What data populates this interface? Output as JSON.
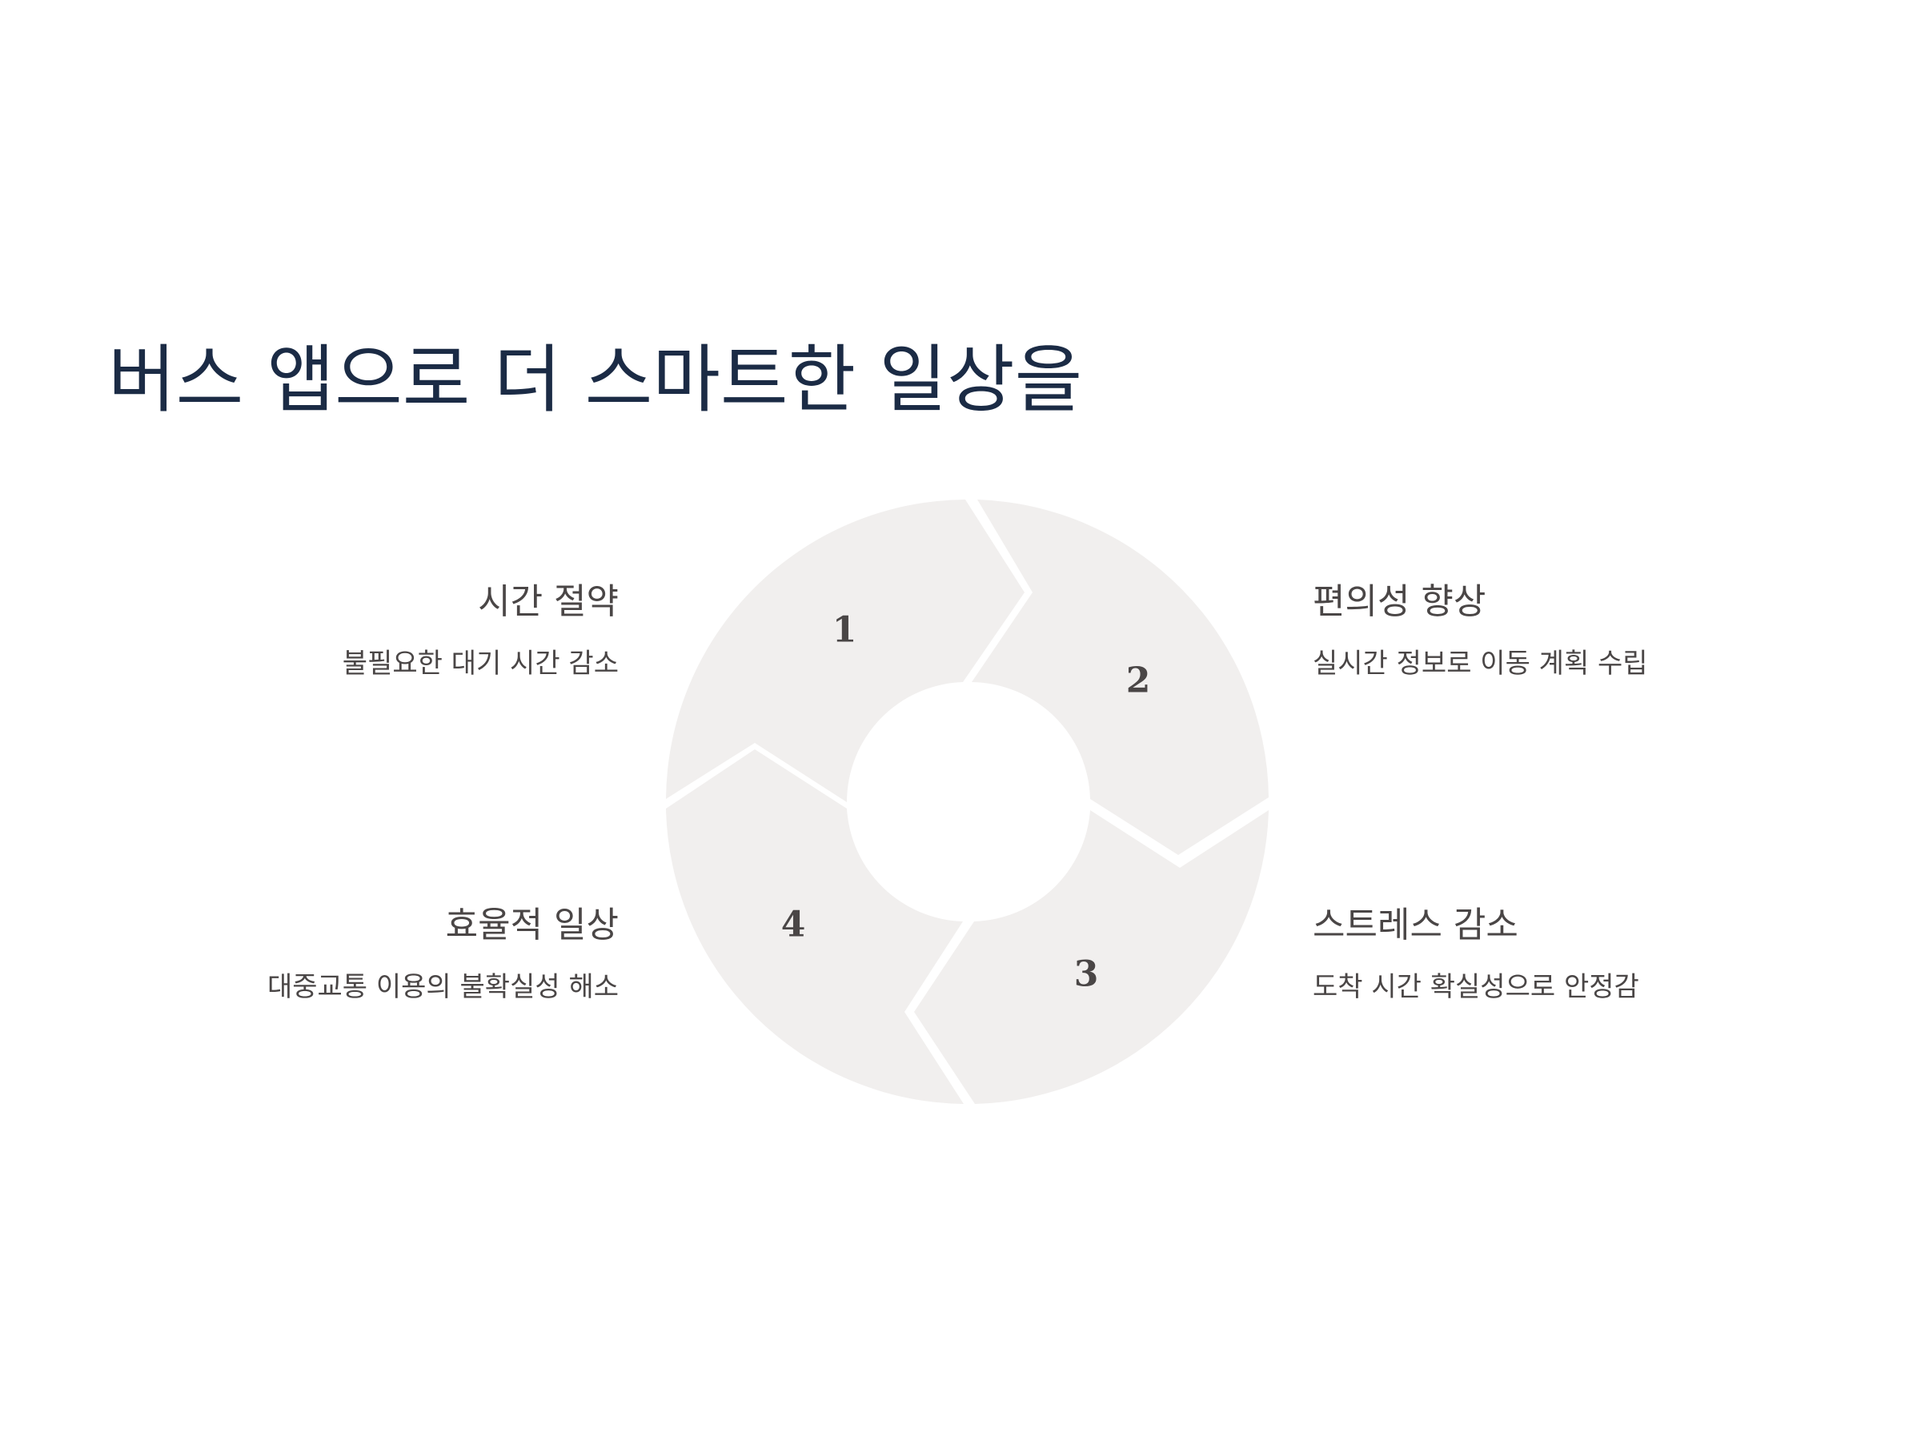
{
  "title": "버스 앱으로 더 스마트한 일상을",
  "segment_color": "#f1efee",
  "title_color": "#1b2b45",
  "text_color": "#4a4646",
  "steps": [
    {
      "number": "1",
      "title": "시간 절약",
      "description": "불필요한 대기 시간 감소"
    },
    {
      "number": "2",
      "title": "편의성 향상",
      "description": "실시간 정보로 이동 계획 수립"
    },
    {
      "number": "3",
      "title": "스트레스 감소",
      "description": "도착 시간 확실성으로 안정감"
    },
    {
      "number": "4",
      "title": "효율적 일상",
      "description": "대중교통 이용의 불확실성 해소"
    }
  ]
}
